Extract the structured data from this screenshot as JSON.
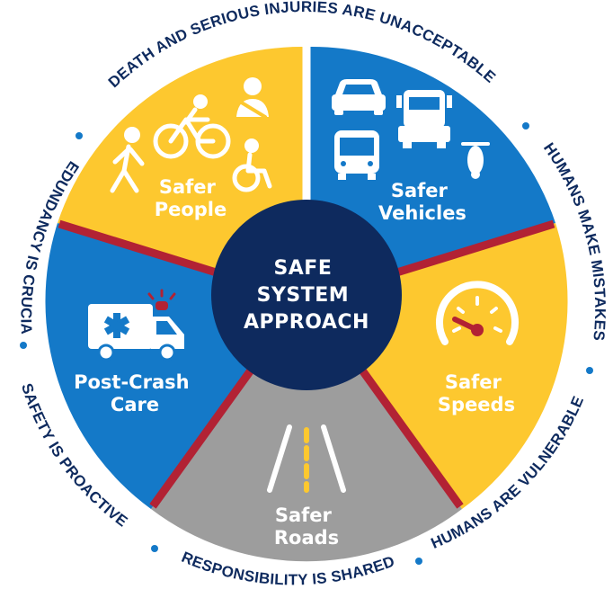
{
  "center": {
    "lines": [
      "SAFE",
      "SYSTEM",
      "APPROACH"
    ]
  },
  "segments": [
    {
      "id": "safer-people",
      "lines": [
        "Safer",
        "People"
      ]
    },
    {
      "id": "safer-vehicles",
      "lines": [
        "Safer",
        "Vehicles"
      ]
    },
    {
      "id": "safer-speeds",
      "lines": [
        "Safer",
        "Speeds"
      ]
    },
    {
      "id": "safer-roads",
      "lines": [
        "Safer",
        "Roads"
      ]
    },
    {
      "id": "post-crash-care",
      "lines": [
        "Post-Crash",
        "Care"
      ]
    }
  ],
  "principles": [
    "DEATH AND SERIOUS INJURIES ARE UNACCEPTABLE",
    "HUMANS MAKE MISTAKES",
    "HUMANS ARE VULNERABLE",
    "RESPONSIBILITY IS SHARED",
    "SAFETY IS PROACTIVE",
    "REDUNDANCY IS CRUCIAL"
  ],
  "colors": {
    "yellow": "#FDC82F",
    "blue": "#1479C8",
    "gray": "#9D9D9D",
    "red": "#B22234",
    "navy": "#0E2A5E",
    "ring_text": "#0E2A5E",
    "dot": "#1479C8",
    "white": "#FFFFFF"
  }
}
